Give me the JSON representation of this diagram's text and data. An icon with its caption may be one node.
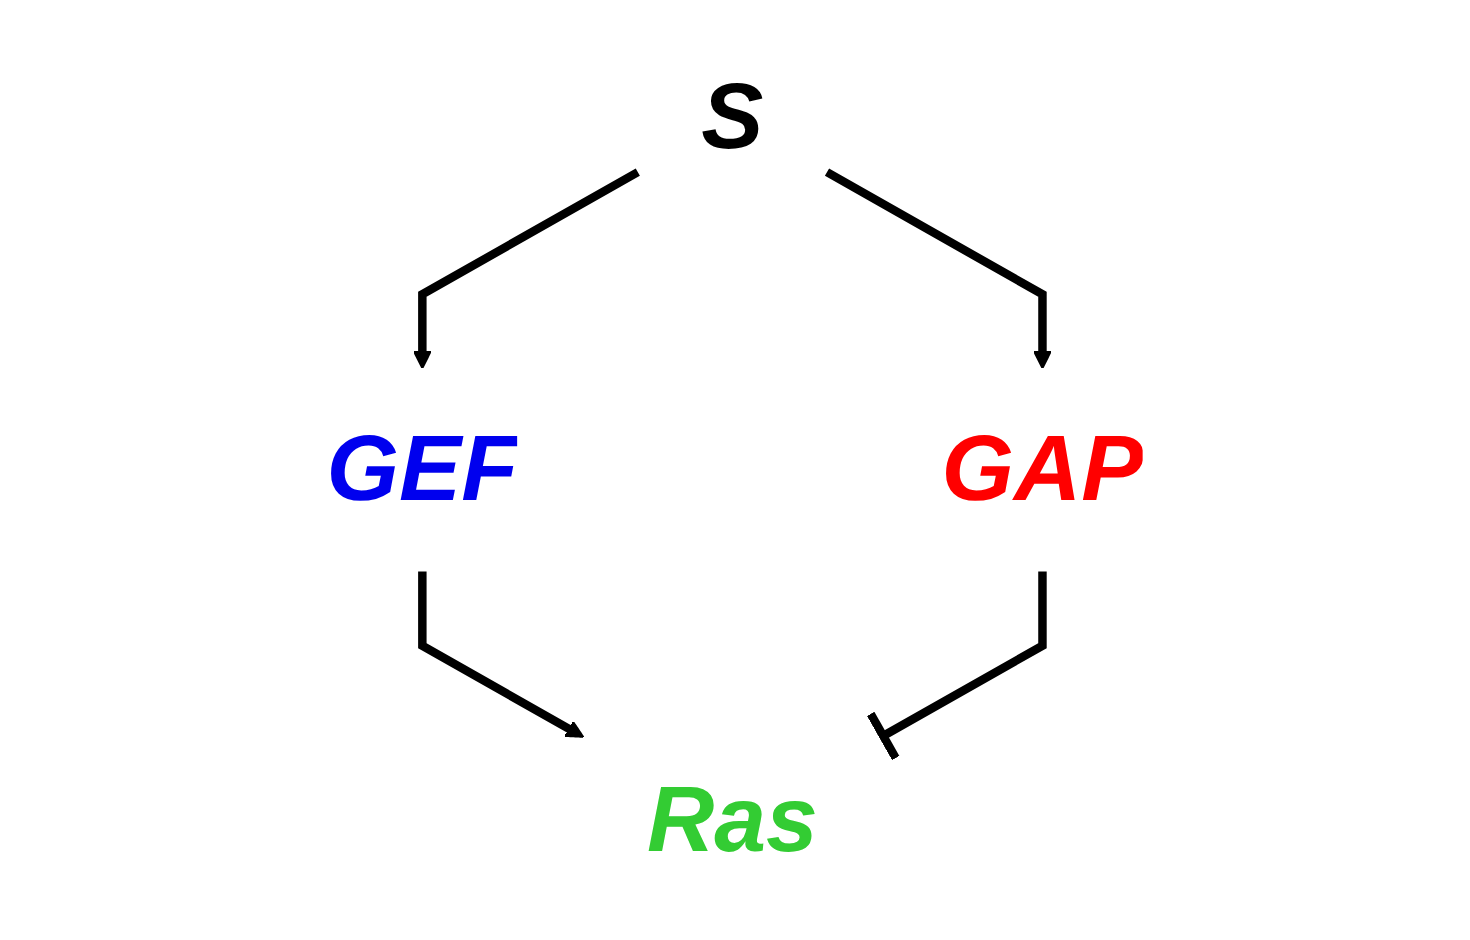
{
  "diagram": {
    "nodes": [
      {
        "text": [
          "S"
        ]
      },
      {
        "text": [
          "GEF"
        ]
      },
      {
        "text": [
          "GAP"
        ]
      },
      {
        "text": [
          "Ras"
        ]
      }
    ],
    "edges": [
      {
        "from": 0,
        "to": 1,
        "arrow": "to"
      },
      {
        "from": 0,
        "to": 2,
        "arrow": "to"
      },
      {
        "from": 1,
        "to": 3,
        "arrow": "to"
      },
      {
        "from": 2,
        "to": 3,
        "arrow": "other"
      }
    ]
  }
}
